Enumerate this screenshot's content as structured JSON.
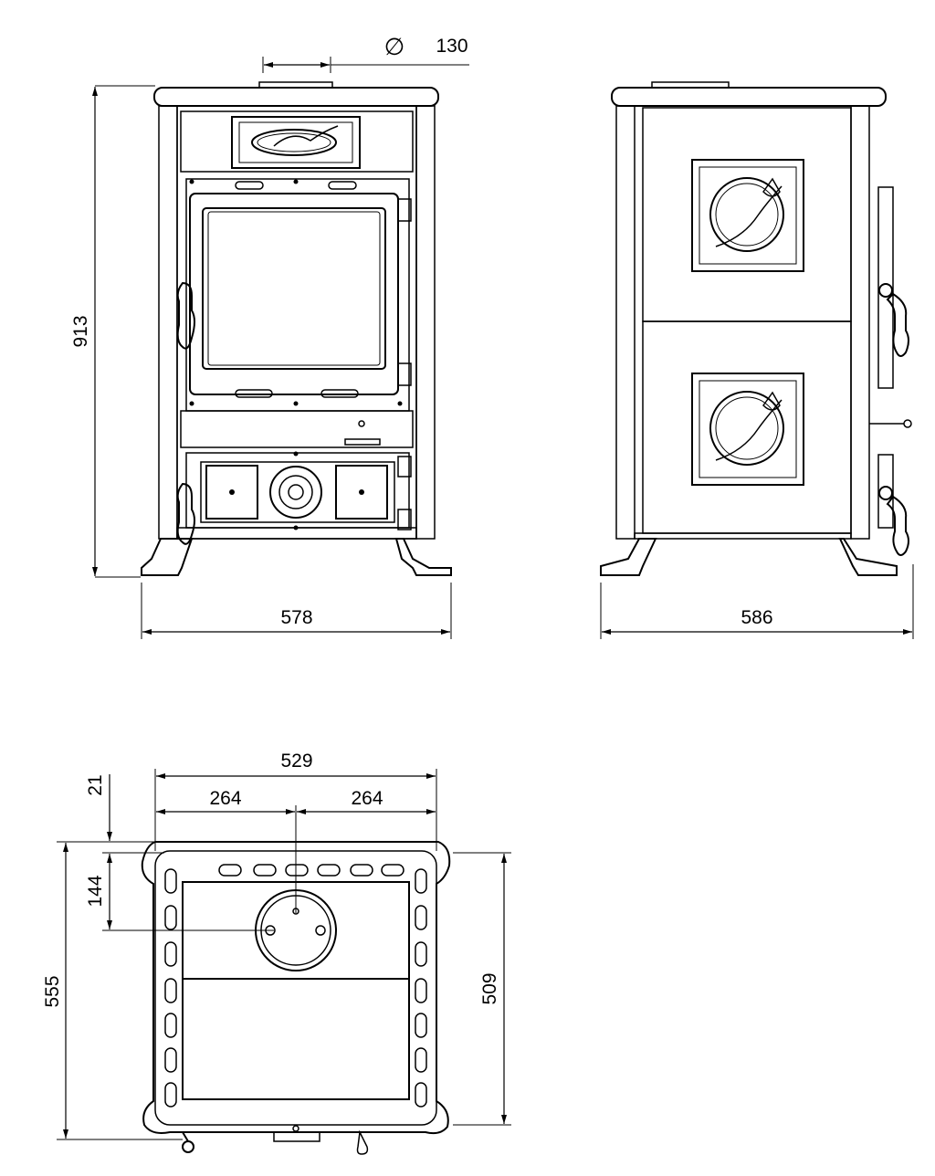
{
  "front_view": {
    "height": "913",
    "width": "578",
    "flue_symbol": "∅",
    "flue_diameter": "130"
  },
  "side_view": {
    "width": "586"
  },
  "top_view": {
    "total_width": "529",
    "half_left": "264",
    "half_right": "264",
    "top_offset": "21",
    "flue_offset": "144",
    "depth_total": "555",
    "depth_body": "509"
  }
}
